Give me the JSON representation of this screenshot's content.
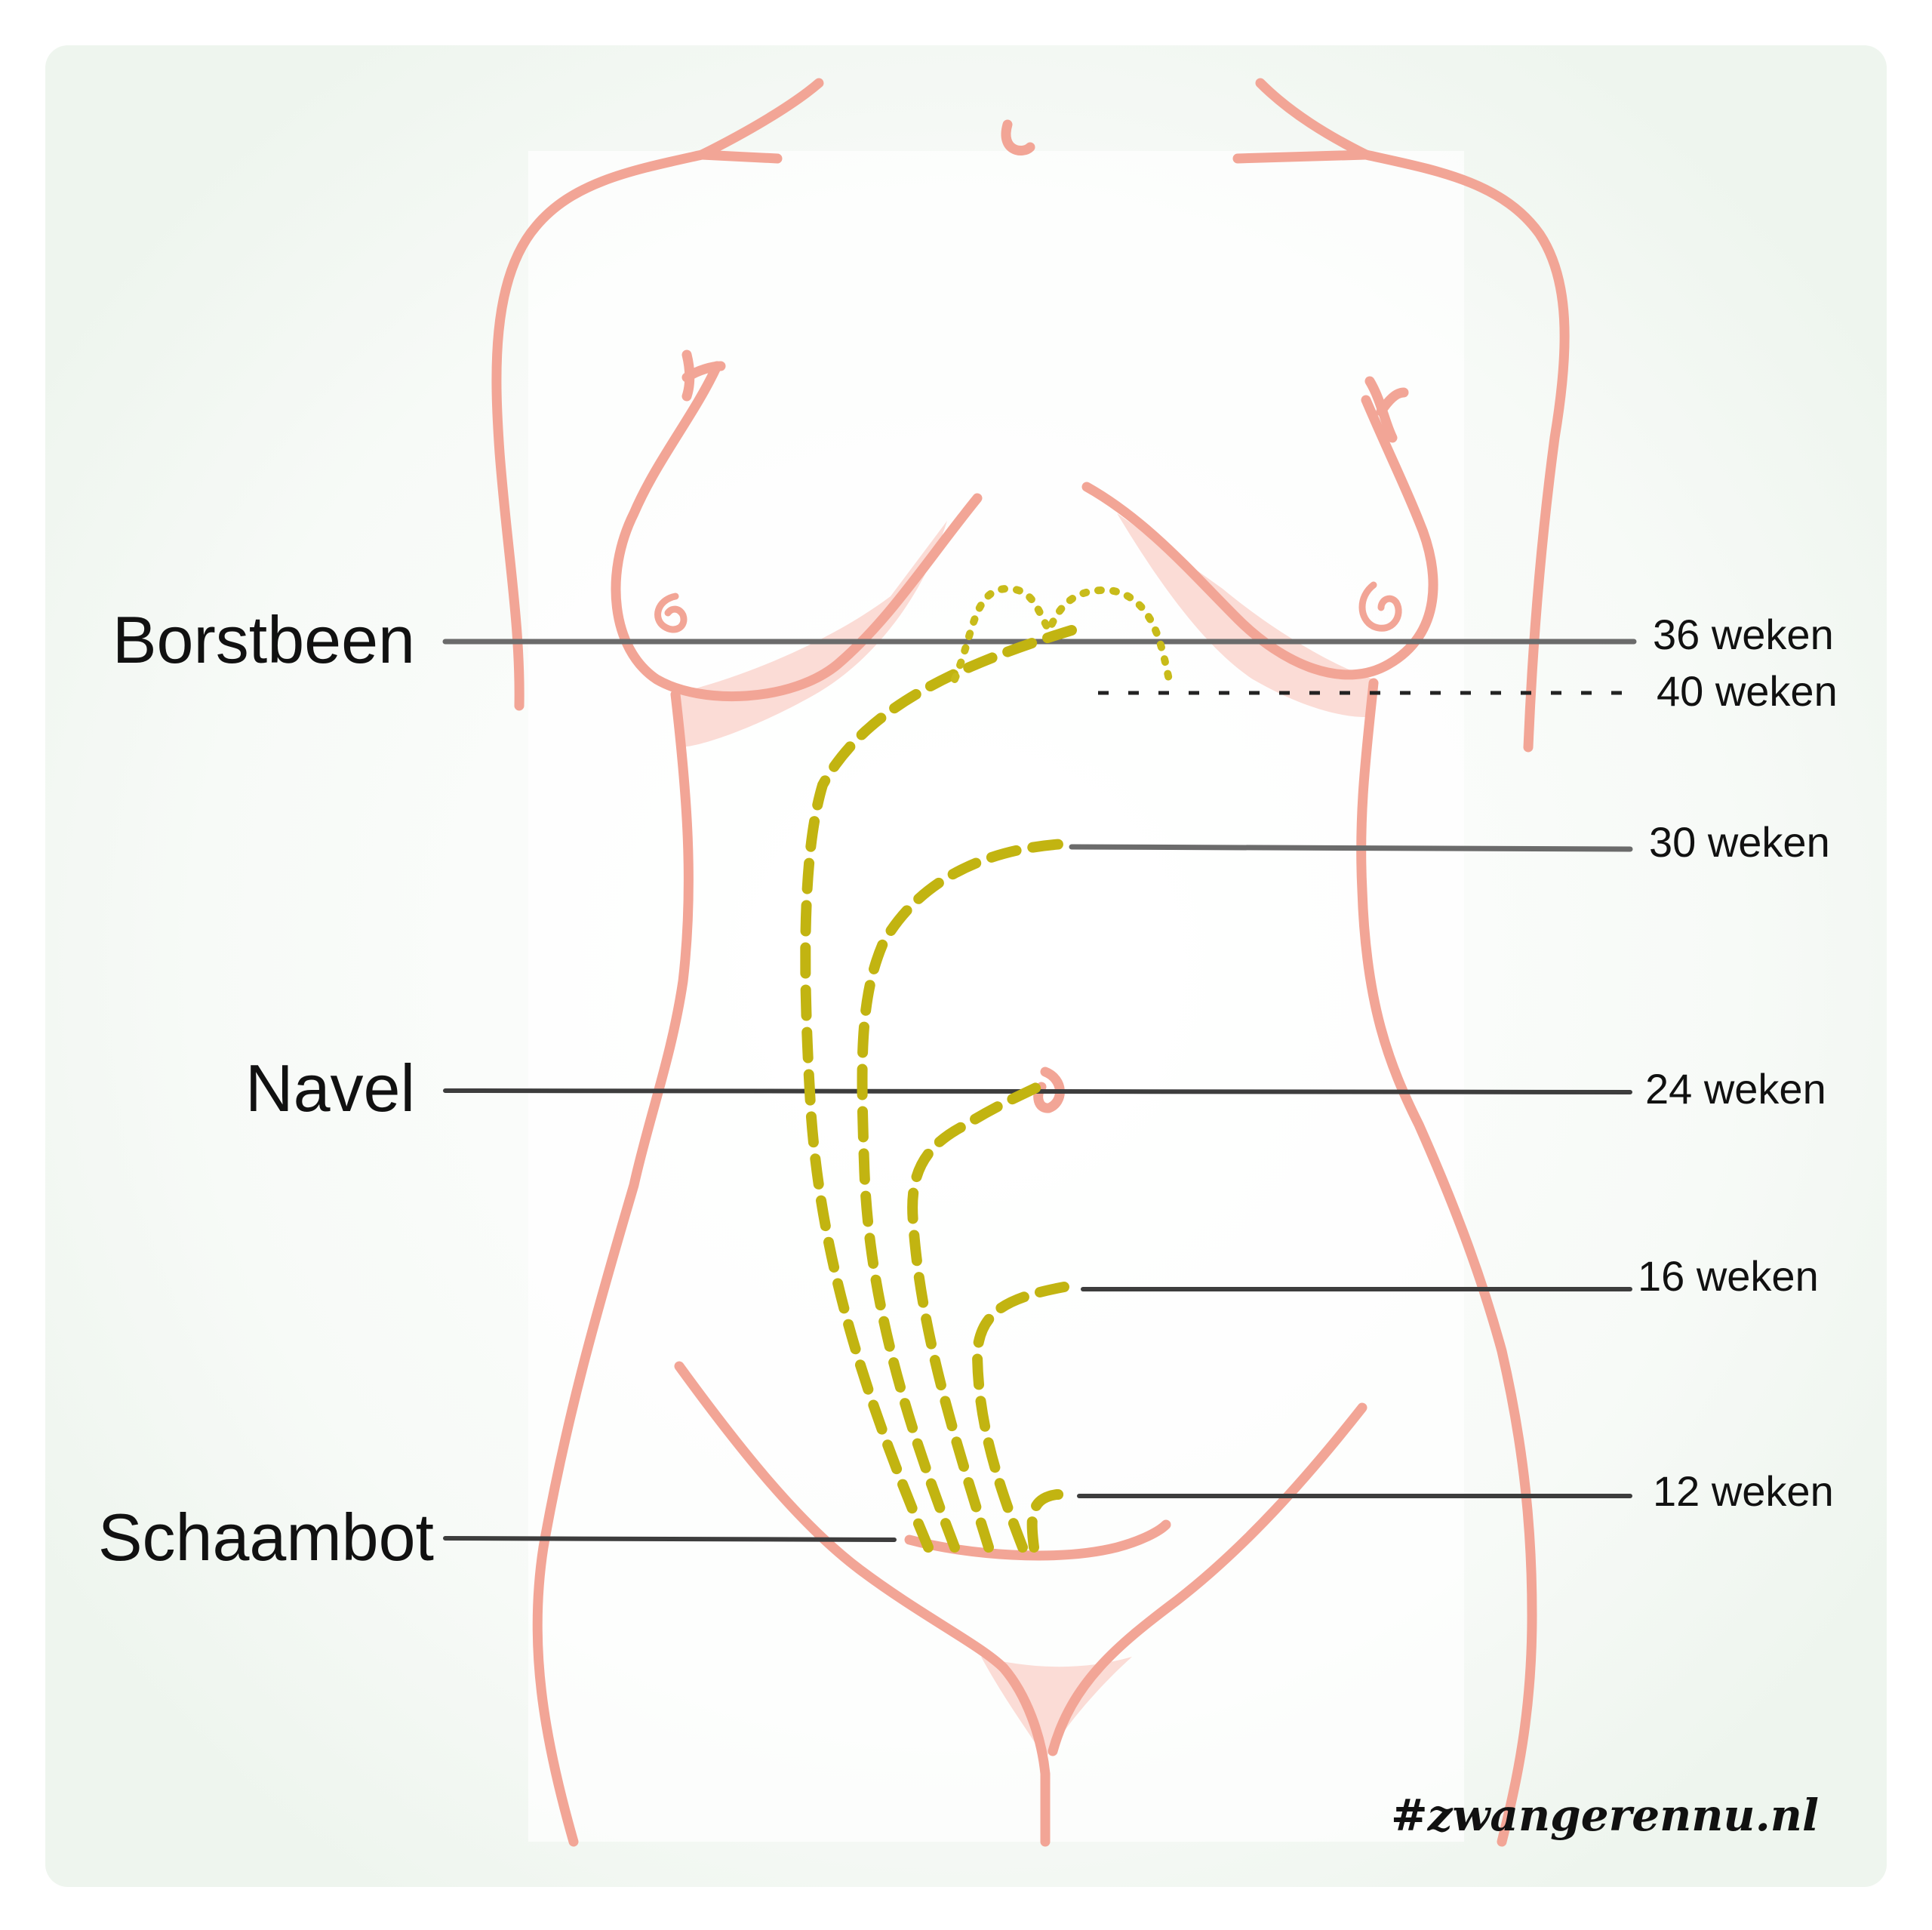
{
  "labels_left": {
    "borstbeen": "Borstbeen",
    "navel": "Navel",
    "schaambot": "Schaambot"
  },
  "labels_right": {
    "w36": "36 weken",
    "w40": "40 weken",
    "w30": "30 weken",
    "w24": "24 weken",
    "w16": "16 weken",
    "w12": "12 weken"
  },
  "watermark": "#zwangerennu.nl",
  "colors": {
    "body_outline": "#f2a596",
    "fundus_curve": "#c2b411",
    "reference_line": "#6b6b6b",
    "background_tint": "#f1f6f1"
  }
}
